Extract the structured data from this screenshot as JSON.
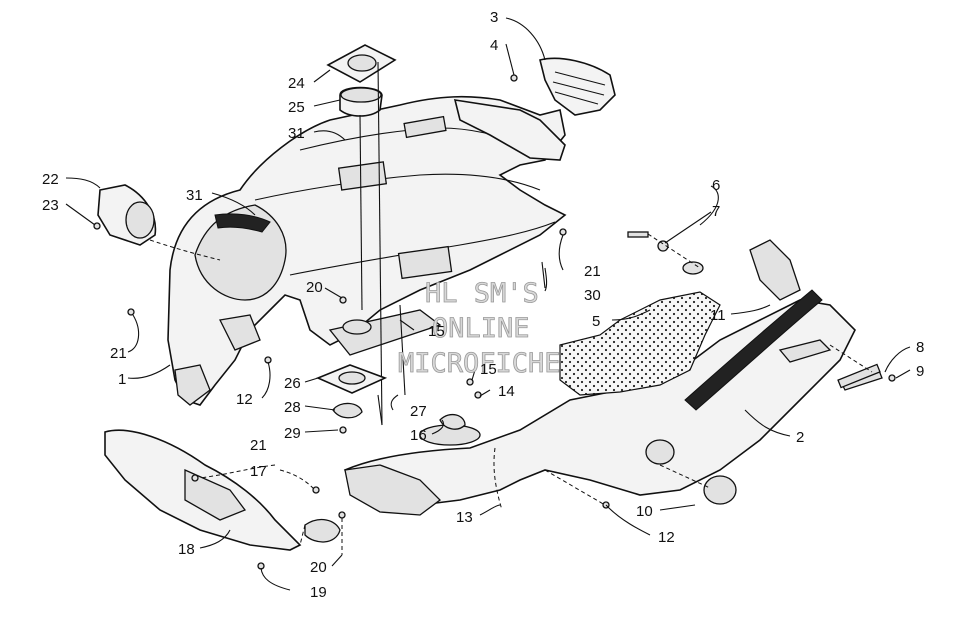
{
  "watermark": {
    "line1": "HL SM'S",
    "line2": "ONLINE",
    "line3": "MICROFICHE"
  },
  "callouts": [
    {
      "id": "c3",
      "text": "3"
    },
    {
      "id": "c4",
      "text": "4"
    },
    {
      "id": "c24",
      "text": "24"
    },
    {
      "id": "c25",
      "text": "25"
    },
    {
      "id": "c31a",
      "text": "31"
    },
    {
      "id": "c22",
      "text": "22"
    },
    {
      "id": "c23",
      "text": "23"
    },
    {
      "id": "c31b",
      "text": "31"
    },
    {
      "id": "c6",
      "text": "6"
    },
    {
      "id": "c7",
      "text": "7"
    },
    {
      "id": "c21a",
      "text": "21"
    },
    {
      "id": "c30",
      "text": "30"
    },
    {
      "id": "c20a",
      "text": "20"
    },
    {
      "id": "c5",
      "text": "5"
    },
    {
      "id": "c11",
      "text": "11"
    },
    {
      "id": "c15a",
      "text": "15"
    },
    {
      "id": "c21b",
      "text": "21"
    },
    {
      "id": "c1",
      "text": "1"
    },
    {
      "id": "c8",
      "text": "8"
    },
    {
      "id": "c9",
      "text": "9"
    },
    {
      "id": "c15b",
      "text": "15"
    },
    {
      "id": "c14",
      "text": "14"
    },
    {
      "id": "c26",
      "text": "26"
    },
    {
      "id": "c12a",
      "text": "12"
    },
    {
      "id": "c28",
      "text": "28"
    },
    {
      "id": "c27",
      "text": "27"
    },
    {
      "id": "c16",
      "text": "16"
    },
    {
      "id": "c2",
      "text": "2"
    },
    {
      "id": "c29",
      "text": "29"
    },
    {
      "id": "c21c",
      "text": "21"
    },
    {
      "id": "c17",
      "text": "17"
    },
    {
      "id": "c10",
      "text": "10"
    },
    {
      "id": "c13",
      "text": "13"
    },
    {
      "id": "c12b",
      "text": "12"
    },
    {
      "id": "c18",
      "text": "18"
    },
    {
      "id": "c20b",
      "text": "20"
    },
    {
      "id": "c19",
      "text": "19"
    }
  ]
}
